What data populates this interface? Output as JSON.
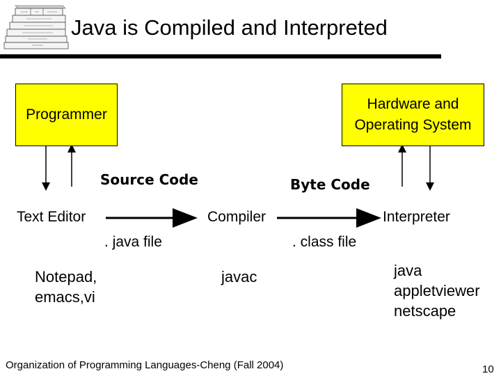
{
  "slide": {
    "title": "Java is Compiled and Interpreted",
    "footer": "Organization of Programming Languages-Cheng (Fall 2004)",
    "page_number": "10"
  },
  "diagram": {
    "programmer_box": "Programmer",
    "hardware_box_line1": "Hardware and",
    "hardware_box_line2": "Operating System",
    "source_code_label": "Source Code",
    "byte_code_label": "Byte Code",
    "text_editor": "Text Editor",
    "compiler": "Compiler",
    "interpreter": "Interpreter",
    "java_file": ". java file",
    "class_file": ". class file",
    "editor_tools_line1": "Notepad,",
    "editor_tools_line2": "emacs,vi",
    "compiler_tool": "javac",
    "interpreter_tools_line1": "java",
    "interpreter_tools_line2": "appletviewer",
    "interpreter_tools_line3": "netscape"
  },
  "colors": {
    "box_fill": "#ffff00",
    "line": "#000000"
  }
}
